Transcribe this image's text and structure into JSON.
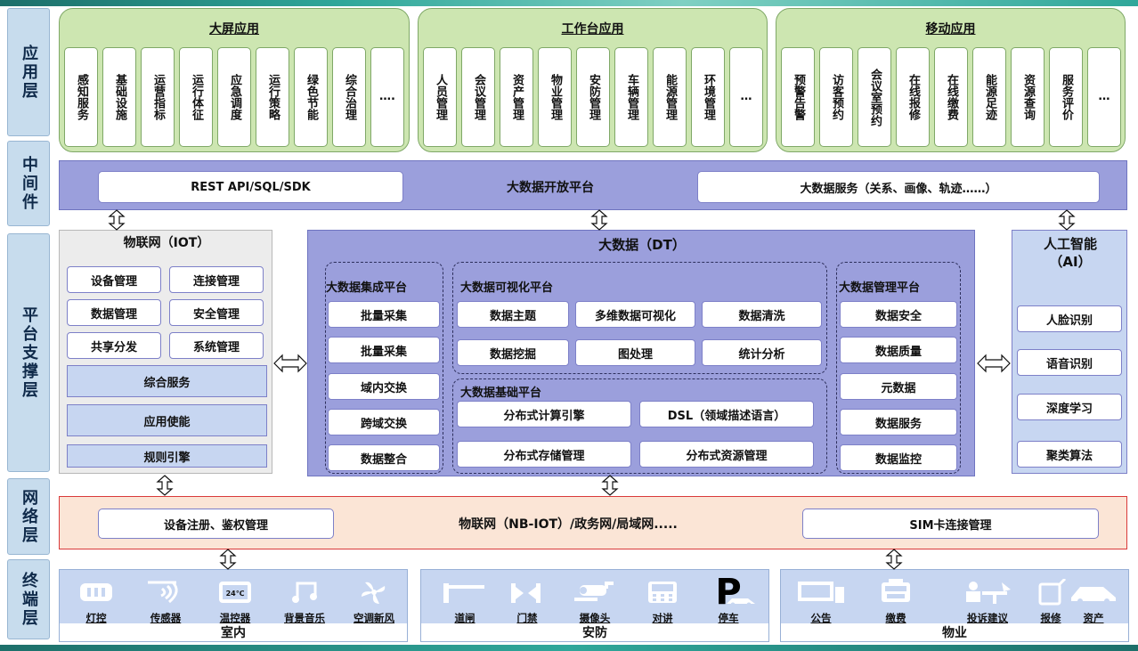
{
  "layers": {
    "app": "应用层",
    "middleware": "中间件",
    "platform": "平台支撑层",
    "network": "网络层",
    "terminal": "终端层"
  },
  "app_layer": {
    "groups": [
      {
        "title": "大屏应用",
        "items": [
          "感知服务",
          "基础设施",
          "运营指标",
          "运行体征",
          "应急调度",
          "运行策略",
          "绿色节能",
          "综合治理",
          "…."
        ]
      },
      {
        "title": "工作台应用",
        "items": [
          "人员管理",
          "会议管理",
          "资产管理",
          "物业管理",
          "安防管理",
          "车辆管理",
          "能源管理",
          "环境管理",
          "…"
        ]
      },
      {
        "title": "移动应用",
        "items": [
          "预警告警",
          "访客预约",
          "会议室预约",
          "在线报修",
          "在线缴费",
          "能源足迹",
          "资源查询",
          "服务评价",
          "…"
        ]
      }
    ]
  },
  "middleware": {
    "left": "REST API/SQL/SDK",
    "center": "大数据开放平台",
    "right": "大数据服务（关系、画像、轨迹……）"
  },
  "iot": {
    "title": "物联网（IOT）",
    "buttons": [
      "设备管理",
      "连接管理",
      "数据管理",
      "安全管理",
      "共享分发",
      "系统管理"
    ],
    "bars": [
      "综合服务",
      "应用使能",
      "规则引擎"
    ]
  },
  "dt": {
    "title": "大数据（DT）",
    "integration": {
      "title": "大数据集成平台",
      "items": [
        "批量采集",
        "批量采集",
        "域内交换",
        "跨域交换",
        "数据整合"
      ]
    },
    "visual": {
      "title": "大数据可视化平台",
      "items": [
        "数据主题",
        "多维数据可视化",
        "数据清洗",
        "数据挖掘",
        "图处理",
        "统计分析"
      ]
    },
    "base": {
      "title": "大数据基础平台",
      "items": [
        "分布式计算引擎",
        "DSL（领域描述语言）",
        "分布式存储管理",
        "分布式资源管理"
      ]
    },
    "mgmt": {
      "title": "大数据管理平台",
      "items": [
        "数据安全",
        "数据质量",
        "元数据",
        "数据服务",
        "数据监控"
      ]
    }
  },
  "ai": {
    "title_line1": "人工智能",
    "title_line2": "（AI）",
    "items": [
      "人脸识别",
      "语音识别",
      "深度学习",
      "聚类算法"
    ]
  },
  "network": {
    "left": "设备注册、鉴权管理",
    "center": "物联网（NB-IOT）/政务网/局域网.....",
    "right": "SIM卡连接管理"
  },
  "terminal": {
    "indoor": {
      "title": "室内",
      "items": [
        "灯控",
        "传感器",
        "温控器",
        "背景音乐",
        "空调新风"
      ],
      "temp_display": "24℃"
    },
    "security": {
      "title": "安防",
      "items": [
        "道闸",
        "门禁",
        "摄像头",
        "对讲",
        "停车"
      ],
      "parking_letter": "P"
    },
    "property": {
      "title": "物业",
      "items": [
        "公告",
        "缴费",
        "投诉建议",
        "报修",
        "资产"
      ]
    }
  },
  "colors": {
    "app_green": "#cde6b1",
    "mw_purple": "#9b9fdc",
    "ai_blue": "#c7d6f1",
    "network_pink": "#fbe5d6",
    "network_border": "#d93a3a",
    "icon_white": "#ffffff"
  }
}
